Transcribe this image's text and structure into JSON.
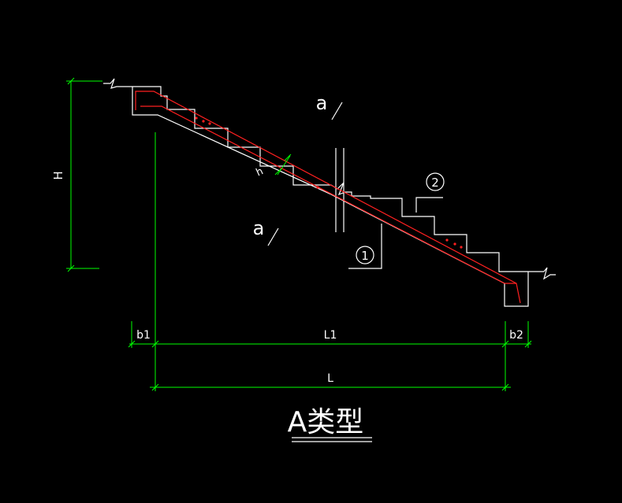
{
  "drawing": {
    "title": "A类型",
    "dimensions": {
      "height": "H",
      "b1": "b1",
      "l1": "L1",
      "b2": "b2",
      "l": "L",
      "thickness": "h"
    },
    "section_marks": [
      "a",
      "a"
    ],
    "callouts": [
      "1",
      "2"
    ],
    "colors": {
      "background": "#000000",
      "outline": "#ffffff",
      "dimension": "#00ff00",
      "rebar": "#ff2020"
    }
  }
}
